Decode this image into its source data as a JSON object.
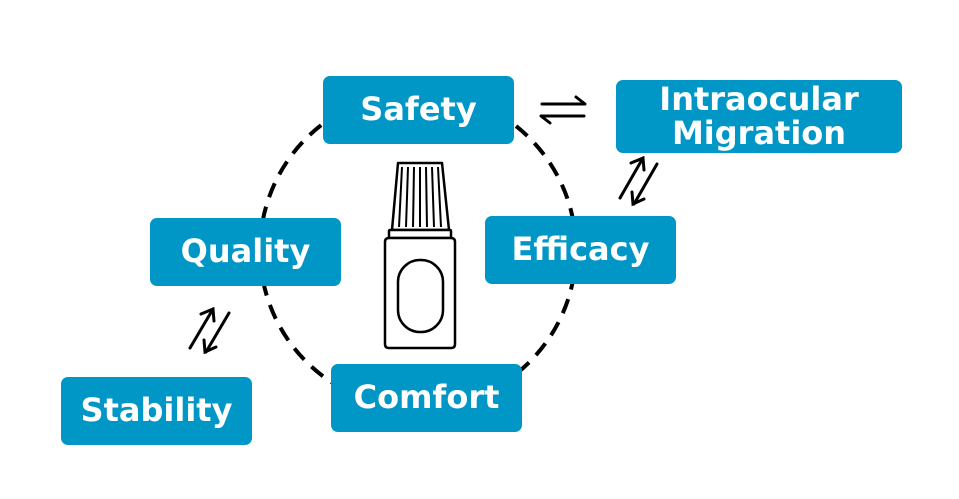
{
  "diagram": {
    "nodes": {
      "safety": "Safety",
      "intraocular": "Intraocular\nMigration",
      "efficacy": "Efficacy",
      "quality": "Quality",
      "comfort": "Comfort",
      "stability": "Stability"
    },
    "colors": {
      "box_fill": "#0096c6",
      "box_text": "#ffffff",
      "lines": "#000000"
    },
    "icon": "eye-drop-bottle-icon"
  }
}
